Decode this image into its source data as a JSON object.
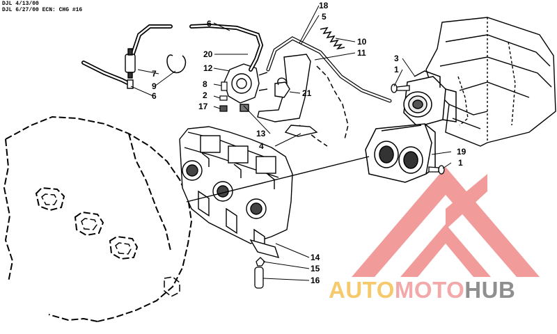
{
  "header": {
    "line1": "DJL 4/13/00",
    "line2": "DJL 6/27/00 ECN: CHG #16"
  },
  "callouts": {
    "c18": "18",
    "c5": "5",
    "c10": "10",
    "c11": "11",
    "c6a": "6",
    "c20": "20",
    "c12": "12",
    "c7": "7",
    "c9": "9",
    "c6b": "6",
    "c8": "8",
    "c2": "2",
    "c17": "17",
    "c21": "21",
    "c13": "13",
    "c4": "4",
    "c3": "3",
    "c1a": "1",
    "c19": "19",
    "c1b": "1",
    "c14": "14",
    "c15": "15",
    "c16": "16"
  },
  "watermark": {
    "part1": "AUTO",
    "part2": "MOTO",
    "part3": "HUB",
    "colors": {
      "auto": "#f6c96b",
      "moto": "#f3a9a9",
      "hub": "#8f8f8f",
      "logo": "#f08a8a"
    }
  }
}
